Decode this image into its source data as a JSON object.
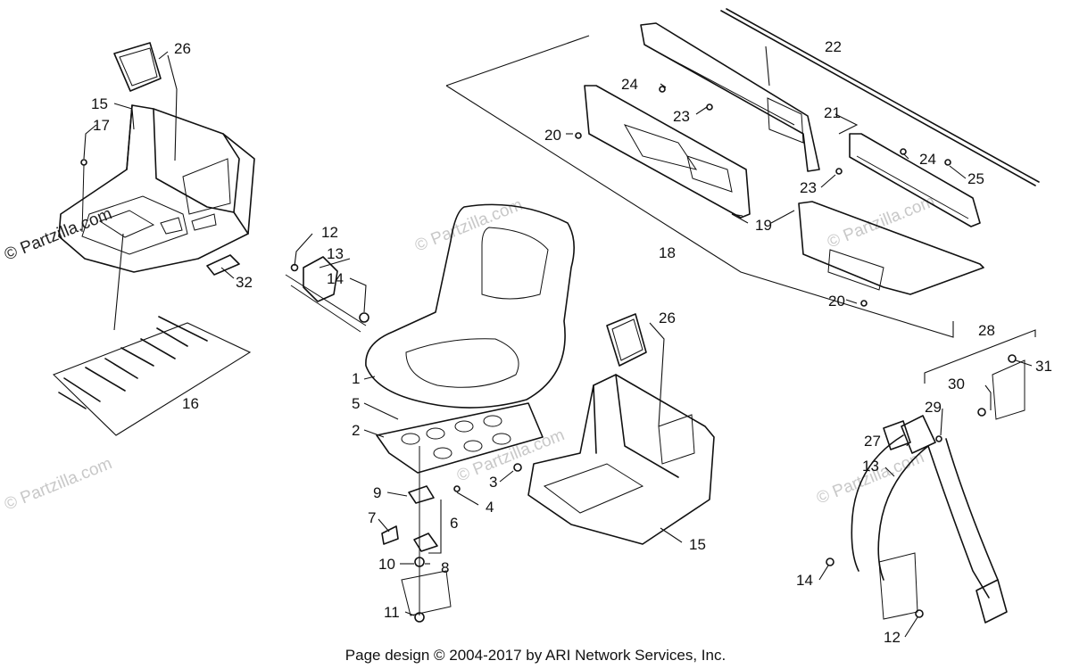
{
  "watermark": "© Partzilla.com",
  "footer": "Page design © 2004-2017 by ARI Network Services, Inc.",
  "callouts": {
    "c1": "1",
    "c2": "2",
    "c3": "3",
    "c4": "4",
    "c5": "5",
    "c6": "6",
    "c7": "7",
    "c8": "8",
    "c9": "9",
    "c10": "10",
    "c11": "11",
    "c12a": "12",
    "c12b": "12",
    "c13a": "13",
    "c13b": "13",
    "c14a": "14",
    "c14b": "14",
    "c15a": "15",
    "c15b": "15",
    "c16": "16",
    "c17": "17",
    "c18": "18",
    "c19": "19",
    "c20a": "20",
    "c20b": "20",
    "c21": "21",
    "c22": "22",
    "c23a": "23",
    "c23b": "23",
    "c24a": "24",
    "c24b": "24",
    "c25": "25",
    "c26a": "26",
    "c26b": "26",
    "c27": "27",
    "c28": "28",
    "c29": "29",
    "c30": "30",
    "c31": "31",
    "c32": "32"
  }
}
